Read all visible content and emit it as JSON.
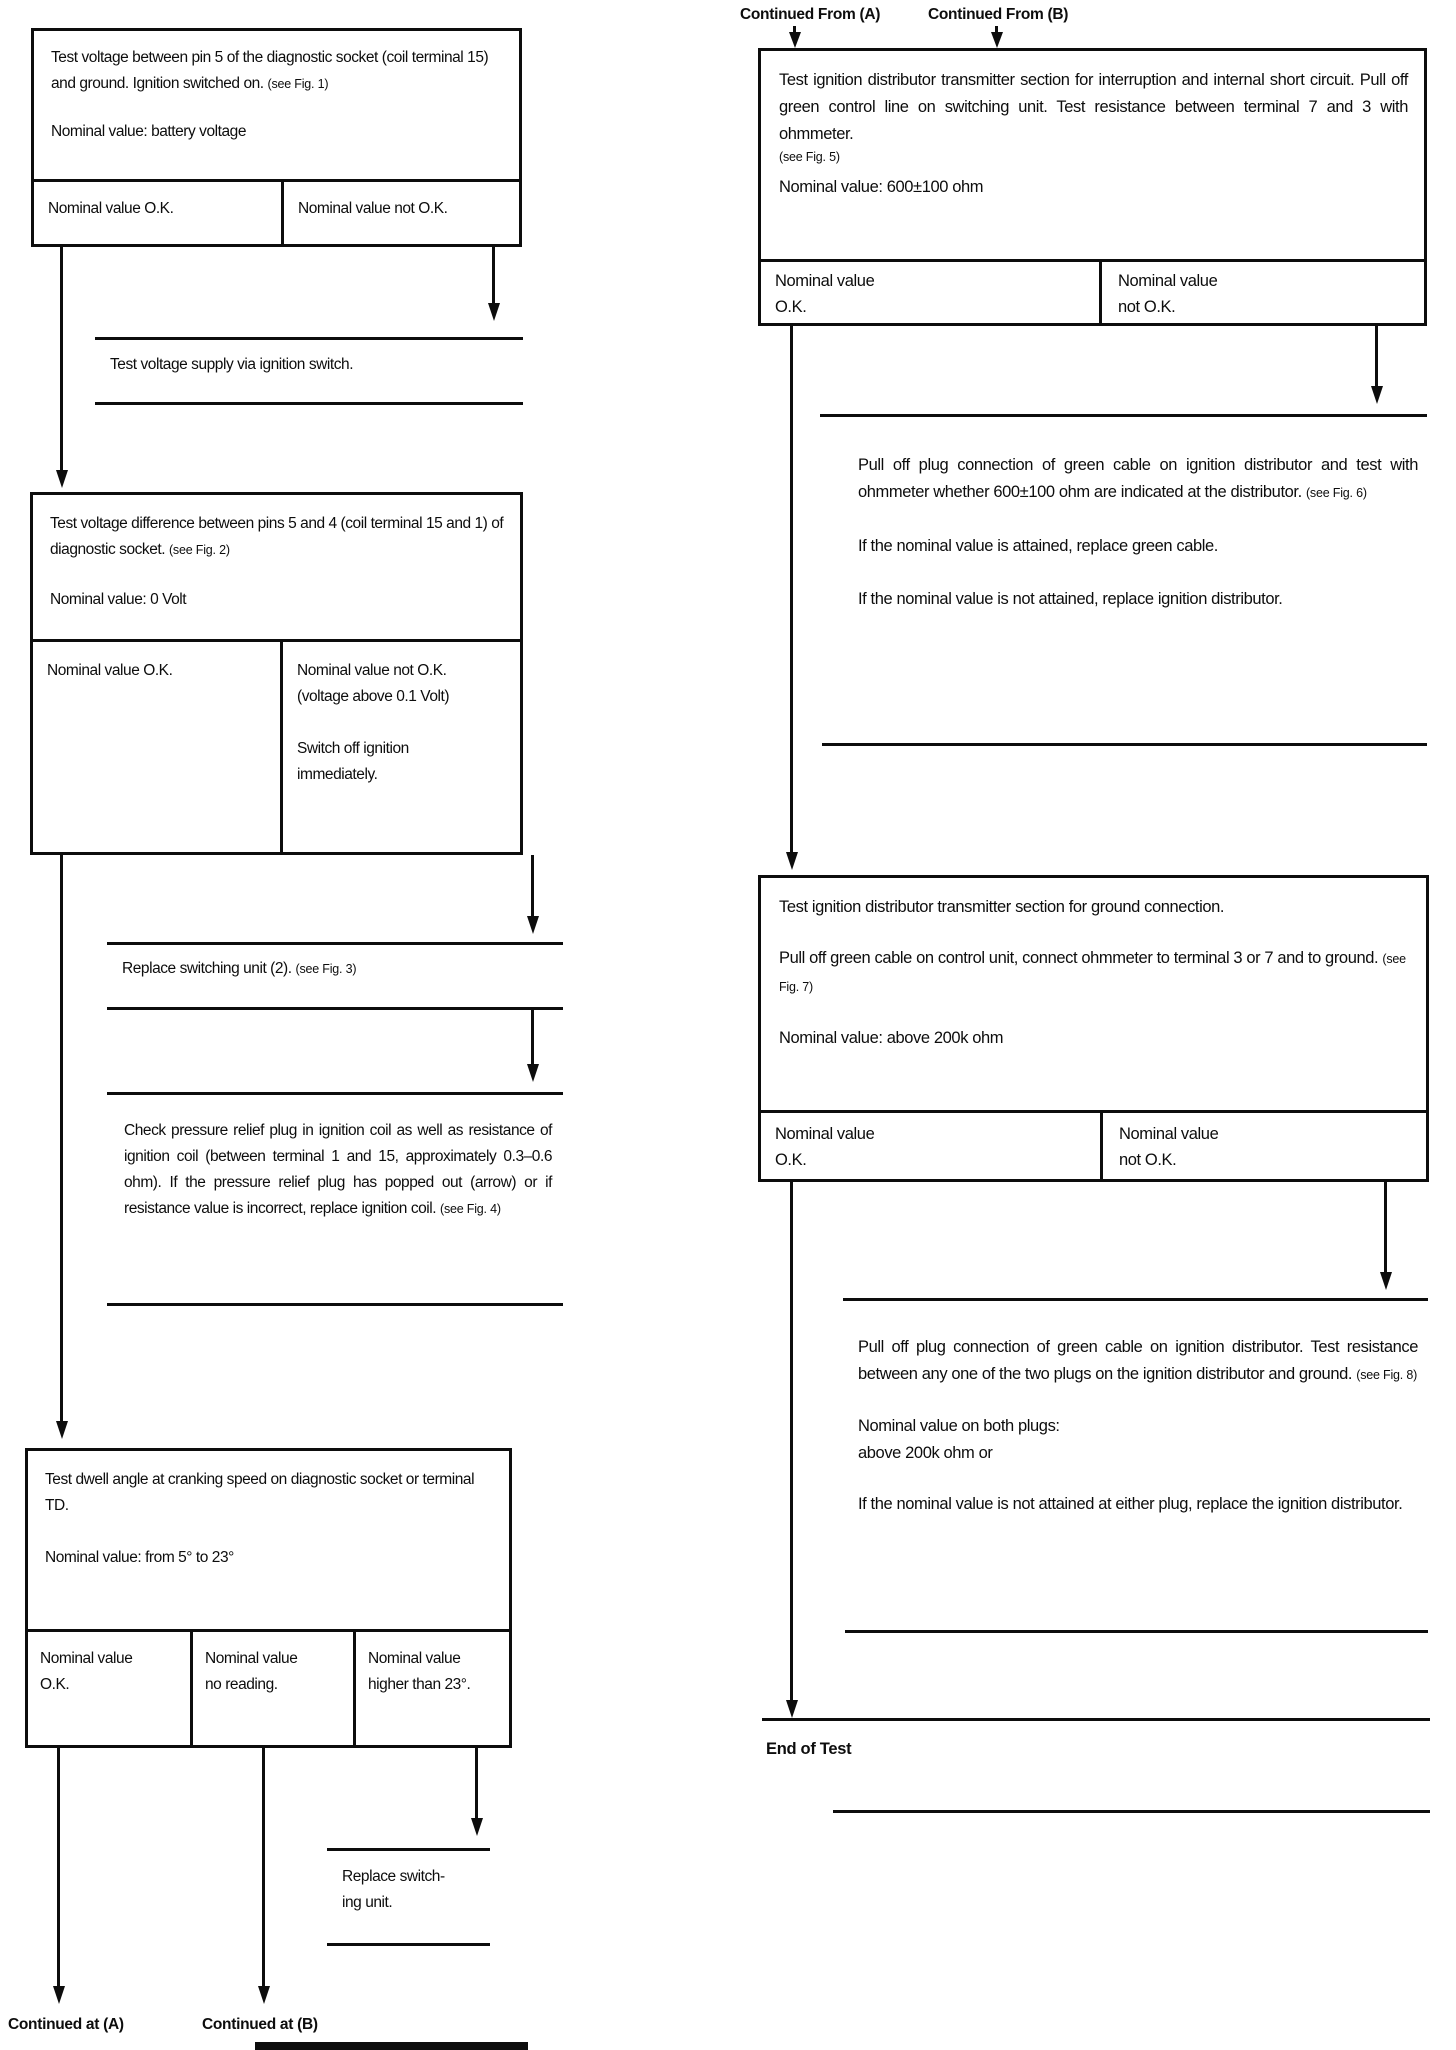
{
  "connectors": {
    "continued_from_a": "Continued From (A)",
    "continued_from_b": "Continued From (B)",
    "continued_at_a": "Continued at (A)",
    "continued_at_b": "Continued at (B)",
    "end_of_test": "End of Test"
  },
  "left": {
    "box1": {
      "body": "Test voltage between pin 5 of the diagnostic socket (coil terminal 15) and ground. Ignition switched on.",
      "fig": "(see Fig. 1)",
      "nominal": "Nominal value: battery voltage",
      "cell_ok": "Nominal value O.K.",
      "cell_nok": "Nominal value not O.K."
    },
    "note_ignition_switch": "Test voltage supply via ignition switch.",
    "box2": {
      "body": "Test voltage difference between pins 5 and 4 (coil terminal 15 and 1) of diagnostic socket.",
      "fig": "(see Fig. 2)",
      "nominal": "Nominal value: 0 Volt",
      "cell_ok": "Nominal value O.K.",
      "cell_nok_line1": "Nominal value not O.K.",
      "cell_nok_line2": "(voltage above 0.1 Volt)",
      "cell_nok_line3": "Switch off ignition immediately."
    },
    "note_replace_unit": "Replace switching unit (2).",
    "note_replace_unit_fig": "(see Fig. 3)",
    "note_check_coil": "Check pressure relief plug in ignition coil as well as resistance of ignition coil (between terminal 1 and 15, approximately 0.3–0.6 ohm). If the pressure relief plug has popped out (arrow) or if resistance value is incorrect, replace ignition coil.",
    "note_check_coil_fig": "(see Fig. 4)",
    "box3": {
      "body": "Test dwell angle at cranking speed on diagnostic socket or terminal TD.",
      "nominal": "Nominal value: from 5° to 23°",
      "cells": [
        {
          "line1": "Nominal value",
          "line2": "O.K."
        },
        {
          "line1": "Nominal value",
          "line2": "no reading."
        },
        {
          "line1": "Nominal value",
          "line2": "higher than 23°."
        }
      ]
    },
    "note_replace_short_line1": "Replace switch-",
    "note_replace_short_line2": "ing unit."
  },
  "right": {
    "box1": {
      "body": "Test ignition distributor transmitter section for interruption and internal short circuit. Pull off green control line on switching unit. Test resistance between terminal 7 and 3 with ohmmeter.",
      "fig": "(see Fig. 5)",
      "nominal": "Nominal value: 600±100 ohm",
      "cell_ok_line1": "Nominal value",
      "cell_ok_line2": "O.K.",
      "cell_nok_line1": "Nominal value",
      "cell_nok_line2": "not O.K."
    },
    "note1": {
      "p1": "Pull off plug connection of green cable on ignition distributor and test with ohmmeter whether 600±100 ohm are indicated at the distributor.",
      "p1_fig": "(see Fig. 6)",
      "p2": "If the nominal value is attained, replace green cable.",
      "p3": "If the nominal value is not attained, replace ignition distributor."
    },
    "box2": {
      "p1": "Test ignition distributor transmitter section for ground connection.",
      "p2": "Pull off green cable on control unit, connect ohmmeter to terminal 3 or 7 and to ground.",
      "p2_fig": "(see Fig. 7)",
      "nominal": "Nominal value: above 200k ohm",
      "cell_ok_line1": "Nominal value",
      "cell_ok_line2": "O.K.",
      "cell_nok_line1": "Nominal value",
      "cell_nok_line2": "not O.K."
    },
    "note2": {
      "p1": "Pull off plug connection of green cable on ignition distributor. Test resistance between any one of the two plugs on the ignition distributor and ground.",
      "p1_fig": "(see Fig. 8)",
      "p2_line1": "Nominal value on both plugs:",
      "p2_line2": "above 200k ohm or",
      "p3": "If the nominal value is not attained at either plug, replace the ignition distributor."
    }
  }
}
